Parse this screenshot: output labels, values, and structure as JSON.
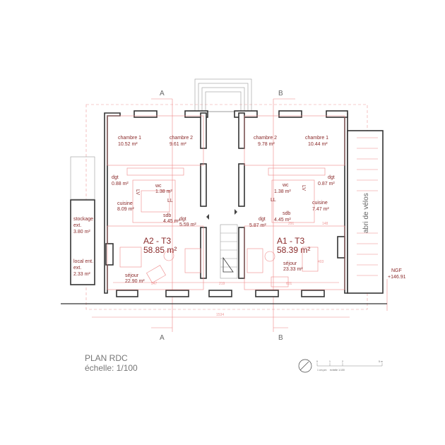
{
  "section_marks": {
    "a": "A",
    "b": "B"
  },
  "apartment_a2": {
    "name": "A2 - T3",
    "area": "58.85 m²",
    "rooms": [
      {
        "name": "chambre 1",
        "area": "10.52 m²"
      },
      {
        "name": "chambre 2",
        "area": "9.61 m²"
      },
      {
        "name": "dgt",
        "area": "0.88 m²"
      },
      {
        "name": "wc",
        "area": "1.38 m²"
      },
      {
        "name": "cuisine",
        "area": "8.09 m²"
      },
      {
        "name": "sdb",
        "area": "4.45 m²"
      },
      {
        "name": "dgt",
        "area": "5.59 m²"
      },
      {
        "name": "séjour",
        "area": "22.90 m²"
      }
    ]
  },
  "apartment_a1": {
    "name": "A1 - T3",
    "area": "58.39 m²",
    "rooms": [
      {
        "name": "chambre 2",
        "area": "9.78 m²"
      },
      {
        "name": "chambre 1",
        "area": "10.44 m²"
      },
      {
        "name": "dgt",
        "area": "0.87 m²"
      },
      {
        "name": "wc",
        "area": "1.38 m²"
      },
      {
        "name": "cuisine",
        "area": "7.47 m²"
      },
      {
        "name": "sdb",
        "area": "4.45 m²"
      },
      {
        "name": "dgt",
        "area": "5.87 m²"
      },
      {
        "name": "séjour",
        "area": "23.33 m²"
      }
    ]
  },
  "annexes": {
    "stockage": {
      "name1": "stockage",
      "name2": "ext.",
      "area": "3.80 m²"
    },
    "local": {
      "name1": "local ent.",
      "name2": "ext.",
      "area": "2.33 m²"
    },
    "bikes": "abri de vélos"
  },
  "fixtures": {
    "lv": "LV",
    "ll": "LL"
  },
  "level": {
    "label": "NGF",
    "value": "+146.91"
  },
  "dimensions": {
    "overall": "1534",
    "d1": "291",
    "d2": "148",
    "d3": "601",
    "d4": "547",
    "d5": "219",
    "d6": "403"
  },
  "title": {
    "name": "PLAN RDC",
    "scale": "échelle: 1/100"
  },
  "scale_bar": {
    "t0": "0",
    "t1": "1",
    "t2": "2",
    "t5": "5 m",
    "note1": "1 cm pm",
    "note2": "échelle 1:100"
  },
  "colors": {
    "wall": "#333333",
    "annotation": "#8a2a2a",
    "guide": "#ee8888"
  }
}
